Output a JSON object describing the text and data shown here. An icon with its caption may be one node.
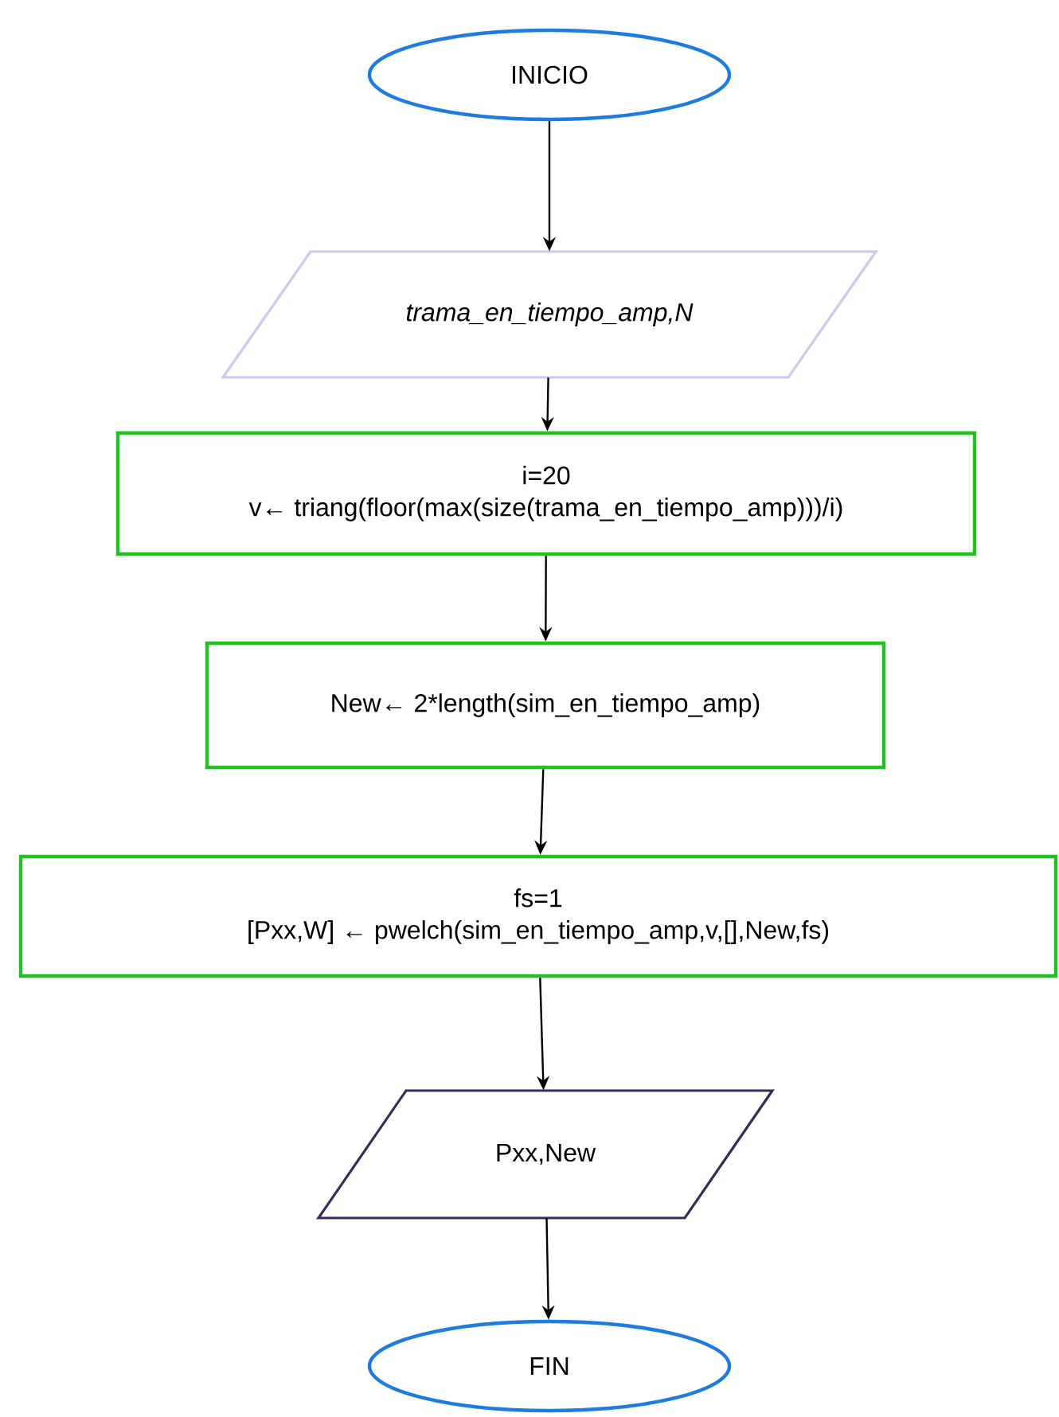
{
  "diagram": {
    "nodes": [
      {
        "text": [
          "INICIO"
        ]
      },
      {
        "text": [
          "trama_en_tiempo_amp,N"
        ]
      },
      {
        "text": [
          "i=20",
          "v← triang(floor(max(size(trama_en_tiempo_amp)))/i)"
        ]
      },
      {
        "text": [
          "New← 2*length(sim_en_tiempo_amp)"
        ]
      },
      {
        "text": [
          "fs=1",
          "[Pxx,W] ← pwelch(sim_en_tiempo_amp,v,[],New,fs)"
        ]
      },
      {
        "text": [
          "Pxx,New"
        ]
      },
      {
        "text": [
          "FIN"
        ]
      }
    ],
    "edges": [
      {
        "from": 0,
        "to": 1,
        "arrow": "to"
      },
      {
        "from": 1,
        "to": 2,
        "arrow": "to"
      },
      {
        "from": 2,
        "to": 3,
        "arrow": "to"
      },
      {
        "from": 3,
        "to": 4,
        "arrow": "to"
      },
      {
        "from": 4,
        "to": 5,
        "arrow": "to"
      },
      {
        "from": 5,
        "to": 6,
        "arrow": "to"
      }
    ]
  }
}
